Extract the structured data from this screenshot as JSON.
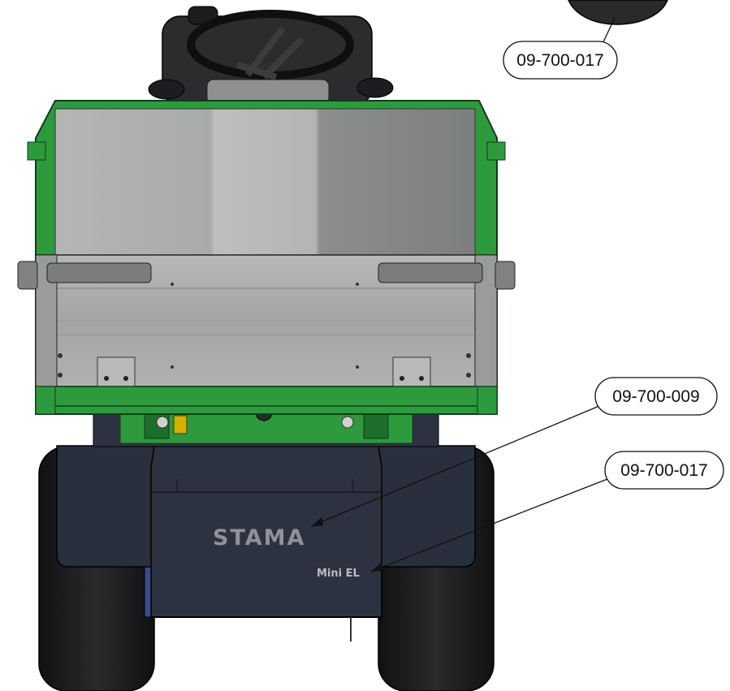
{
  "decals": {
    "brand": "STAMA",
    "model": "Mini EL"
  },
  "callouts": [
    {
      "label": "09-700-017"
    },
    {
      "label": "09-700-009"
    },
    {
      "label": "09-700-017"
    }
  ],
  "colors": {
    "body_green": "#2e9a3e",
    "green_dark": "#1d6e2a",
    "tire_black": "#1c1c1e",
    "panel_navy": "#2a2f3d",
    "cargo_grey": "#8a8d8c",
    "gate_grey": "#a6a8a8"
  }
}
